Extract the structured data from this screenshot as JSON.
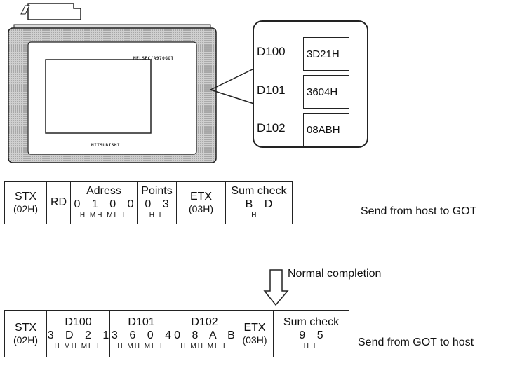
{
  "device": {
    "brand_top": "MELSEC/A970GOT",
    "brand_bottom": "MITSUBISHI"
  },
  "registers": [
    {
      "device": "D100",
      "value": "3D21H"
    },
    {
      "device": "D101",
      "value": "3604H"
    },
    {
      "device": "D102",
      "value": "08ABH"
    }
  ],
  "request_frame": {
    "stx": {
      "label": "STX",
      "code": "(02H)"
    },
    "command": "RD",
    "address": {
      "title": "Adress",
      "digits": "0 1 0 0",
      "positions": "H MH ML L"
    },
    "points": {
      "title": "Points",
      "digits": "0 3",
      "positions": "H L"
    },
    "etx": {
      "label": "ETX",
      "code": "(03H)"
    },
    "sum_check": {
      "title": "Sum check",
      "digits": "B D",
      "positions": "H L"
    },
    "direction": "Send from host to GOT"
  },
  "transition": {
    "label": "Normal completion"
  },
  "response_frame": {
    "stx": {
      "label": "STX",
      "code": "(02H)"
    },
    "data": [
      {
        "title": "D100",
        "digits": "3 D 2 1",
        "positions": "H MH ML L"
      },
      {
        "title": "D101",
        "digits": "3 6 0 4",
        "positions": "H MH ML L"
      },
      {
        "title": "D102",
        "digits": "0 8 A B",
        "positions": "H MH ML L"
      }
    ],
    "etx": {
      "label": "ETX",
      "code": "(03H)"
    },
    "sum_check": {
      "title": "Sum check",
      "digits": "9 5",
      "positions": "H L"
    },
    "direction": "Send from GOT to host"
  }
}
